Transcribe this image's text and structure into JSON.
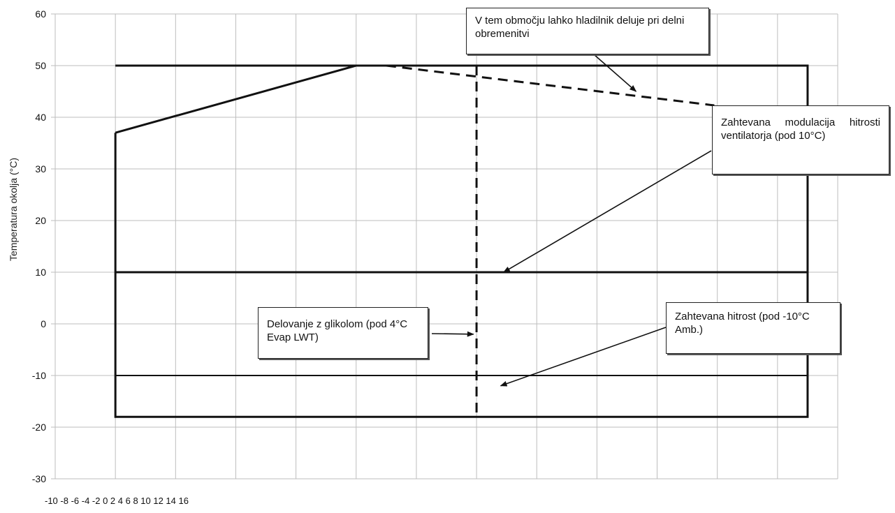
{
  "chart_data": {
    "type": "line",
    "ylabel": "Temperatura okolja (°C)",
    "xlabel": "",
    "x_tick_text": "-10 -8 -6 -4 -2 0 2 4 6 8 10 12 14 16",
    "x_grid_values": [
      -10,
      -8,
      -6,
      -4,
      -2,
      0,
      2,
      4,
      6,
      8,
      10,
      12,
      14,
      16
    ],
    "xlim": [
      -10,
      16
    ],
    "yticks": [
      60,
      50,
      40,
      30,
      20,
      10,
      0,
      -10,
      -20,
      -30
    ],
    "ylim": [
      -30,
      60
    ],
    "grid": true,
    "series": [
      {
        "style": "solid-thick",
        "x": [
          -8,
          -8,
          0,
          15,
          15,
          -8
        ],
        "y": [
          37,
          -18,
          -18,
          -18,
          50,
          50
        ]
      },
      {
        "style": "solid-thick",
        "x": [
          -8,
          0
        ],
        "y": [
          37,
          50
        ]
      },
      {
        "style": "solid-thick",
        "x": [
          -8,
          15
        ],
        "y": [
          10,
          10
        ]
      },
      {
        "style": "solid",
        "x": [
          -8,
          15
        ],
        "y": [
          -10,
          -10
        ]
      },
      {
        "style": "dashed",
        "x": [
          1,
          11.9
        ],
        "y": [
          50,
          42.3
        ]
      },
      {
        "style": "dashed",
        "x": [
          4,
          4
        ],
        "y": [
          50,
          -18
        ]
      }
    ],
    "annotations": [
      {
        "id": "partial-load",
        "text": "V tem območju lahko hladilnik deluje pri delni obremenitvi",
        "arrow_to": [
          9.3,
          45
        ]
      },
      {
        "id": "fan-modulation",
        "text": "Zahtevana modulacija hitrosti ventilatorja (pod 10°C)",
        "arrow_to": [
          4.9,
          10
        ]
      },
      {
        "id": "glycol",
        "text": "Delovanje z glikolom (pod 4°C Evap LWT)",
        "arrow_to": [
          3.9,
          -2
        ]
      },
      {
        "id": "speed",
        "text": "Zahtevana hitrost (pod -10°C Amb.)",
        "arrow_to": [
          4.8,
          -12
        ]
      }
    ]
  },
  "annotations_text": {
    "partial_load": "V tem območju lahko hladilnik deluje pri delni obremenitvi",
    "fan_modulation": "Zahtevana modulacija hitrosti ventilatorja (pod 10°C)",
    "glycol": "Delovanje z glikolom (pod 4°C Evap LWT)",
    "speed": "Zahtevana hitrost (pod -10°C Amb.)"
  }
}
